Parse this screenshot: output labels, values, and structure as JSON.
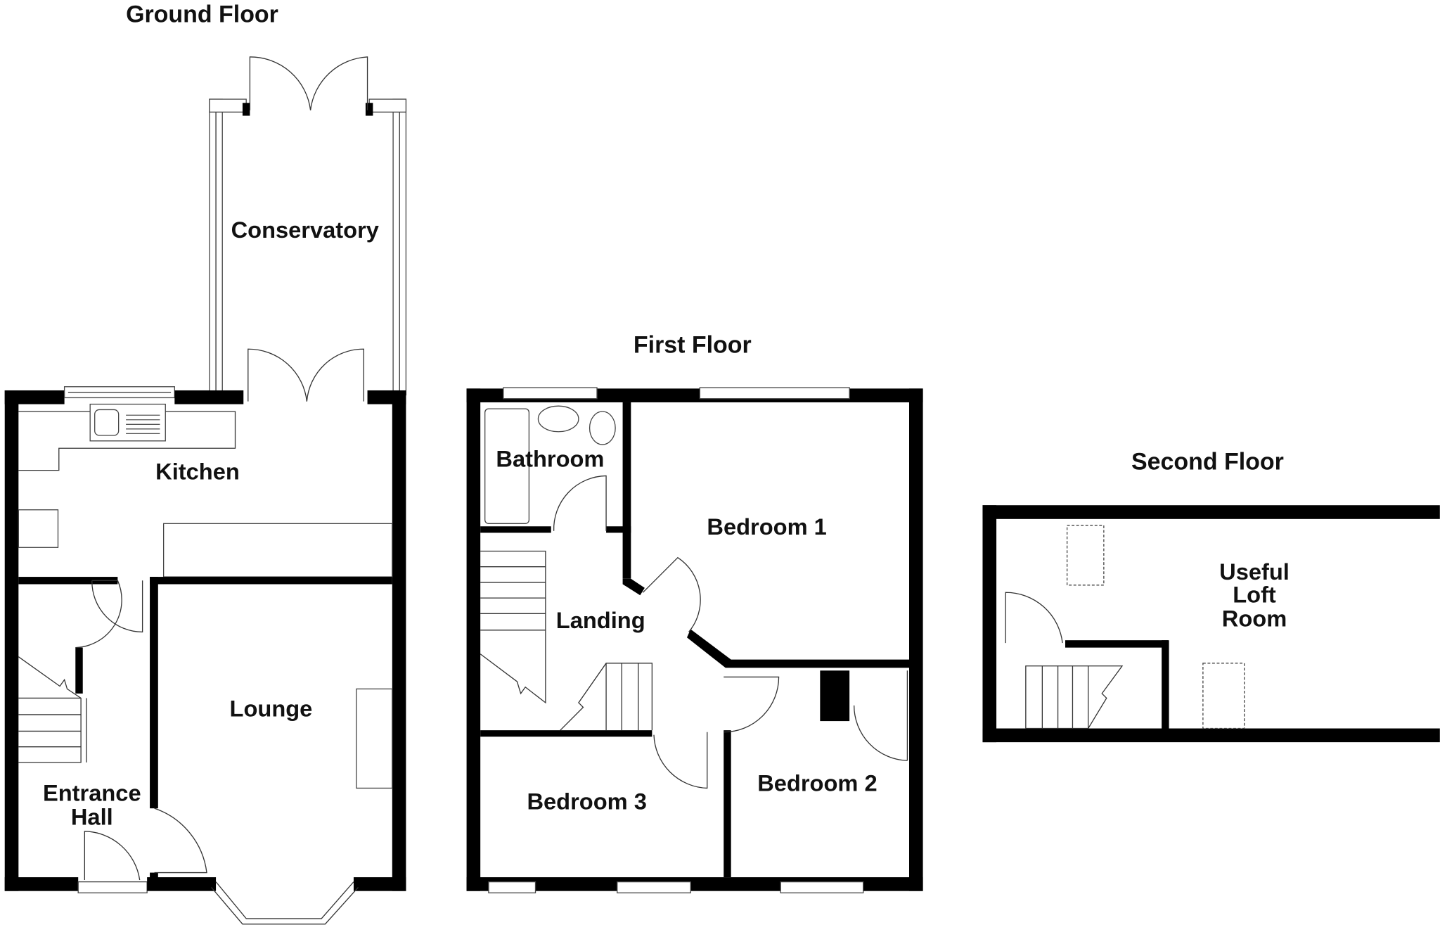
{
  "floors": {
    "ground": {
      "title": "Ground Floor",
      "rooms": {
        "conservatory": "Conservatory",
        "kitchen": "Kitchen",
        "lounge": "Lounge",
        "entrance_hall_line1": "Entrance",
        "entrance_hall_line2": "Hall"
      }
    },
    "first": {
      "title": "First Floor",
      "rooms": {
        "bathroom": "Bathroom",
        "bedroom1": "Bedroom 1",
        "landing": "Landing",
        "bedroom3": "Bedroom 3",
        "bedroom2": "Bedroom 2"
      }
    },
    "second": {
      "title": "Second Floor",
      "rooms": {
        "loft_line1": "Useful",
        "loft_line2": "Loft",
        "loft_line3": "Room"
      }
    }
  }
}
